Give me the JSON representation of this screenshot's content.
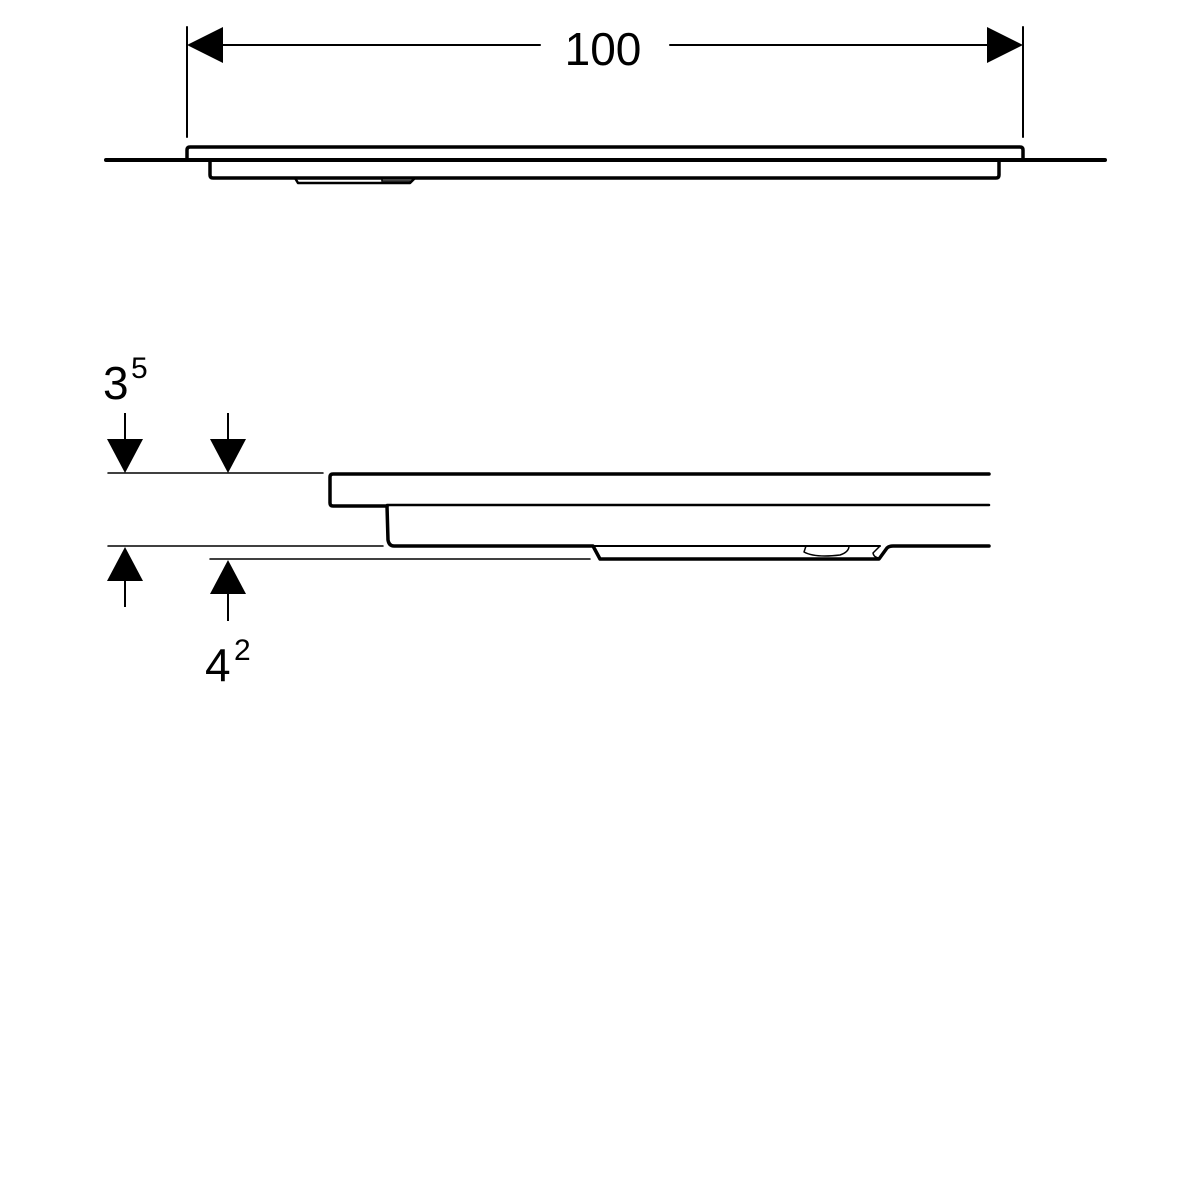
{
  "dimensions": {
    "width": {
      "value": "100"
    },
    "top_thickness": {
      "base": "3",
      "sup": "5"
    },
    "bottom_thickness": {
      "base": "4",
      "sup": "2"
    }
  },
  "colors": {
    "line": "#000000",
    "background": "#ffffff"
  }
}
